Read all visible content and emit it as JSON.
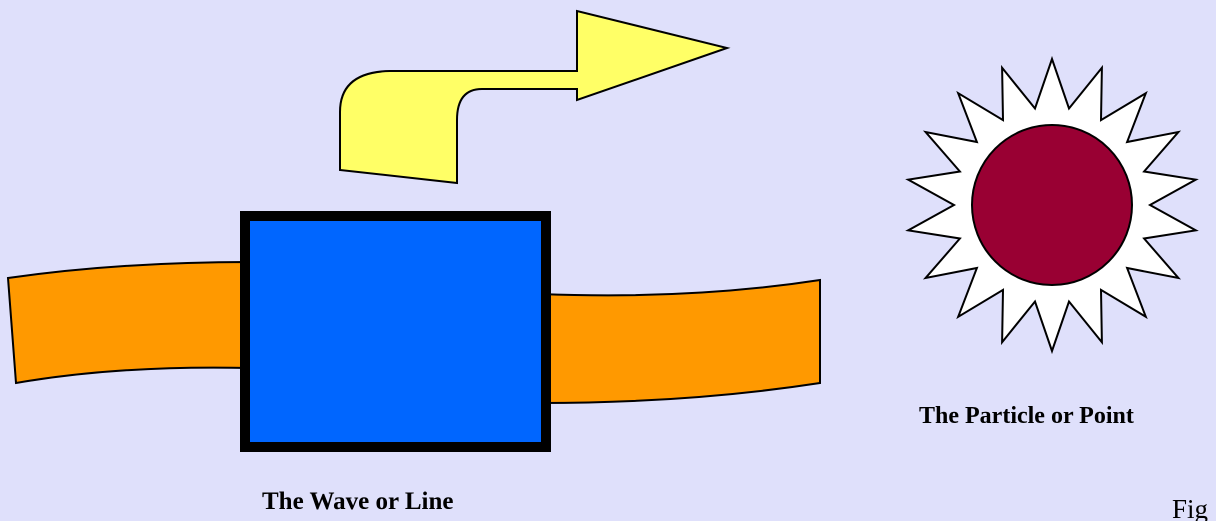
{
  "captions": {
    "wave": "The Wave or Line",
    "particle": "The Particle or Point",
    "figure": "Fig"
  },
  "colors": {
    "background": "#dfe0fb",
    "band": "#ff9900",
    "square": "#0066ff",
    "arrow": "#ffff66",
    "particle": "#990033",
    "starburst": "#ffffff",
    "outline": "#000000"
  },
  "icons": {
    "arrow": "curved-right-arrow-icon",
    "particle": "starburst-circle-icon"
  }
}
